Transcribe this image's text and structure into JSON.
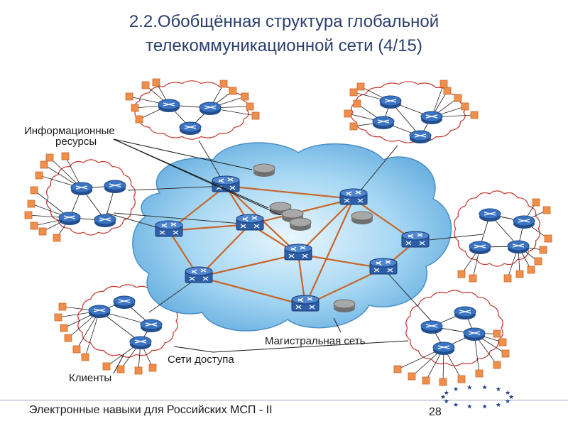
{
  "slide": {
    "title_line1": "2.2.Обобщённая структура  глобальной",
    "title_line2": "телекоммуникационной сети (4/15)",
    "footer": "Электронные навыки для Российских МСП - II",
    "page_number": "28"
  },
  "diagram": {
    "labels": {
      "info_resources_line1": "Информационные",
      "info_resources_line2": "ресурсы",
      "backbone": "Магистральная сеть",
      "access_networks": "Сети доступа",
      "clients": "Клиенты"
    },
    "colors": {
      "title": "#2a3f6e",
      "backbone_cloud": "#7fc0ea",
      "backbone_link": "#c8662a",
      "access_cloud_border": "#c4342d",
      "router": "#2c5fa8",
      "client_terminal": "#f08f4c",
      "server": "#8c8c8c"
    },
    "icons": [
      "backbone-switch-icon",
      "access-router-icon",
      "server-icon",
      "client-terminal-icon",
      "eu-stars-logo"
    ]
  }
}
